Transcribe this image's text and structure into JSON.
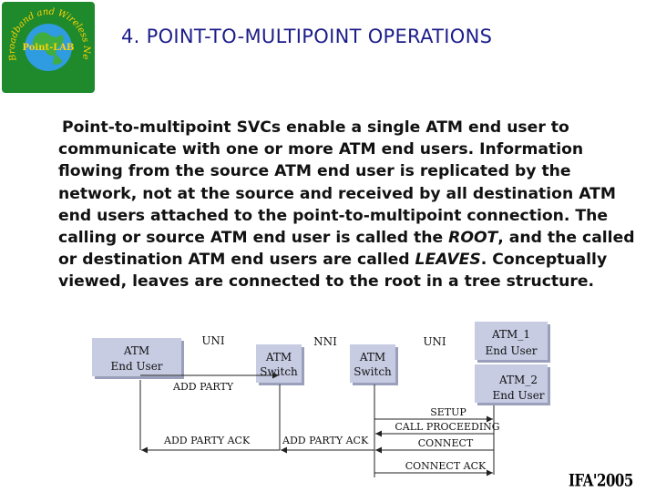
{
  "slide": {
    "title": "4. POINT-TO-MULTIPOINT OPERATIONS",
    "logo": {
      "arc_text": "Broadband and Wireless Networking Laboratory",
      "center_text": "Point-LAB",
      "colors": {
        "background": "#1e8a2c",
        "text": "#ffd200"
      }
    },
    "paragraph": {
      "part1": "Point-to-multipoint SVCs enable a single ATM end user to communicate with one or more  ATM end users. Information flowing from the source ATM end user is replicated by the network, not at the source and received by all destination ATM end users attached to the point-to-multipoint connection. The calling or source ATM end user is called the ",
      "root": "ROOT",
      "part2": ", and the called or destination ATM end users are called ",
      "leaves": "LEAVES",
      "part3": ". Conceptually viewed, leaves are connected to the root in a tree structure."
    },
    "footer": "IFA'2005"
  },
  "diagram": {
    "colors": {
      "box_fill": "#c7cce3",
      "box_shadow": "#9aa0bc",
      "line": "#222222"
    },
    "interfaces": {
      "uni_left": "UNI",
      "nni": "NNI",
      "uni_right": "UNI"
    },
    "nodes": {
      "end_user": {
        "line1": "ATM",
        "line2": "End User"
      },
      "switch_1": {
        "line1": "ATM",
        "line2": "Switch"
      },
      "switch_2": {
        "line1": "ATM",
        "line2": "Switch"
      },
      "atm_1": {
        "line1": "ATM_1",
        "line2": "End User"
      },
      "atm_2": {
        "line1": "ATM_2",
        "line2": "End User"
      }
    },
    "messages": {
      "add_party": "ADD PARTY",
      "add_party_ack_1": "ADD PARTY ACK",
      "add_party_ack_2": "ADD PARTY ACK",
      "setup": "SETUP",
      "call_proceeding": "CALL PROCEEDING",
      "connect": "CONNECT",
      "connect_ack": "CONNECT ACK"
    }
  }
}
